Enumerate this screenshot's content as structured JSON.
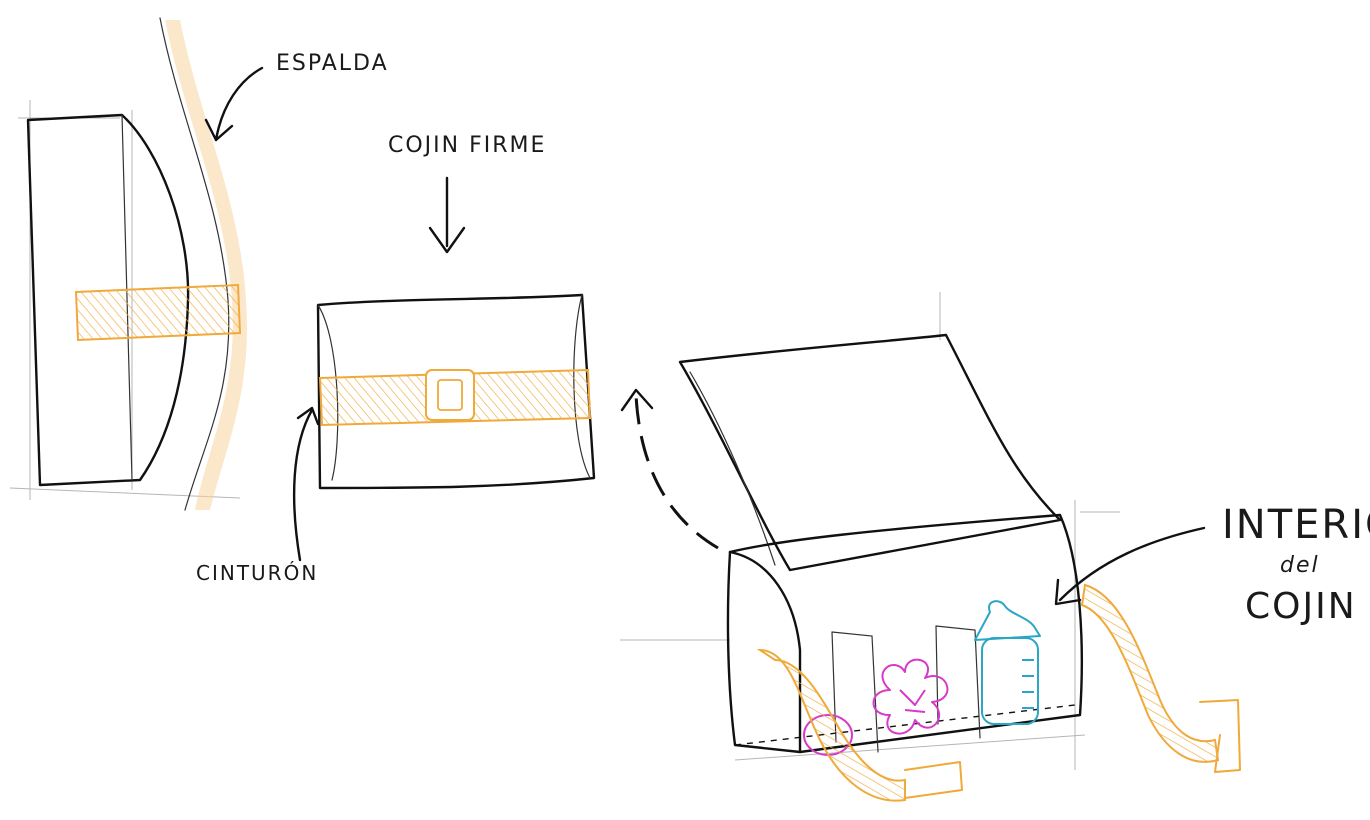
{
  "labels": {
    "espalda": "ESPALDA",
    "cojin_firme": "COJIN FIRME",
    "cinturon": "CINTURÓN",
    "interior_line1": "INTERIOR",
    "interior_line2": "del",
    "interior_line3": "COJIN"
  },
  "colors": {
    "ink": "#111111",
    "belt": "#f0a93b",
    "back_shade": "#f5c98a",
    "toy": "#d63ac9",
    "bottle": "#2ba6c6"
  },
  "icons": [
    "arrow-down-icon",
    "curved-arrow-icon",
    "flower-toy-icon",
    "baby-bottle-icon"
  ]
}
